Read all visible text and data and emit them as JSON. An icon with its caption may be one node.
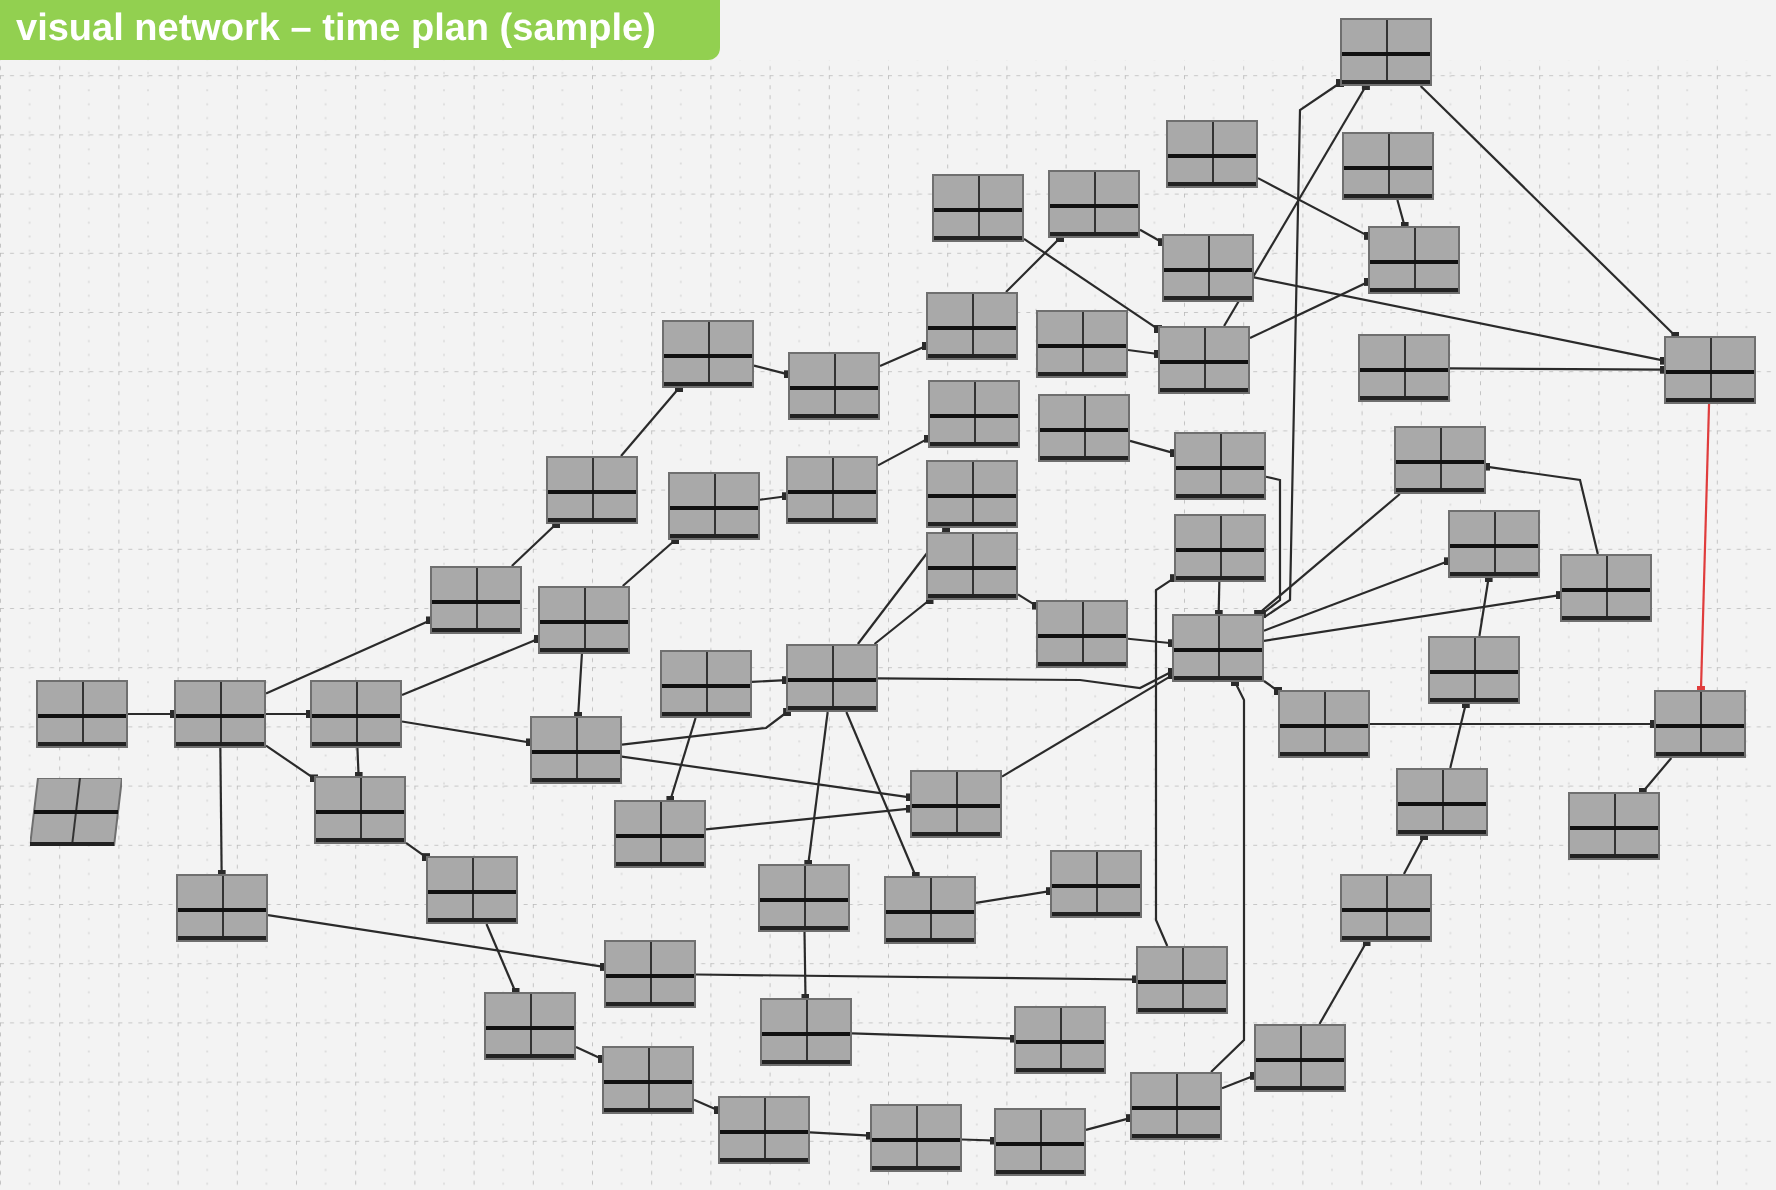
{
  "diagram": {
    "title": "visual network – time plan (sample)",
    "nodes": [
      {
        "text": [],
        "shape": "box"
      },
      {
        "text": [],
        "shape": "parallelogram"
      },
      {
        "text": [],
        "shape": "box"
      },
      {
        "text": [],
        "shape": "box"
      },
      {
        "text": [],
        "shape": "box"
      },
      {
        "text": [],
        "shape": "box"
      },
      {
        "text": [],
        "shape": "box"
      },
      {
        "text": [],
        "shape": "box"
      },
      {
        "text": [],
        "shape": "box"
      },
      {
        "text": [],
        "shape": "box"
      },
      {
        "text": [],
        "shape": "box"
      },
      {
        "text": [],
        "shape": "box"
      },
      {
        "text": [],
        "shape": "box"
      },
      {
        "text": [],
        "shape": "box"
      },
      {
        "text": [],
        "shape": "box"
      },
      {
        "text": [],
        "shape": "box"
      },
      {
        "text": [],
        "shape": "box"
      },
      {
        "text": [],
        "shape": "box"
      },
      {
        "text": [],
        "shape": "box"
      },
      {
        "text": [],
        "shape": "box"
      },
      {
        "text": [],
        "shape": "box"
      },
      {
        "text": [],
        "shape": "box"
      },
      {
        "text": [],
        "shape": "box"
      },
      {
        "text": [],
        "shape": "box"
      },
      {
        "text": [],
        "shape": "box"
      },
      {
        "text": [],
        "shape": "box"
      },
      {
        "text": [],
        "shape": "box"
      },
      {
        "text": [],
        "shape": "box"
      },
      {
        "text": [],
        "shape": "box"
      },
      {
        "text": [],
        "shape": "box"
      },
      {
        "text": [],
        "shape": "box"
      },
      {
        "text": [],
        "shape": "box"
      },
      {
        "text": [],
        "shape": "box"
      },
      {
        "text": [],
        "shape": "box"
      },
      {
        "text": [],
        "shape": "box"
      },
      {
        "text": [],
        "shape": "box"
      },
      {
        "text": [],
        "shape": "box"
      },
      {
        "text": [],
        "shape": "box"
      },
      {
        "text": [],
        "shape": "box"
      },
      {
        "text": [],
        "shape": "box"
      },
      {
        "text": [],
        "shape": "box"
      },
      {
        "text": [],
        "shape": "box"
      },
      {
        "text": [],
        "shape": "box"
      },
      {
        "text": [],
        "shape": "box"
      },
      {
        "text": [],
        "shape": "box"
      },
      {
        "text": [],
        "shape": "box"
      },
      {
        "text": [],
        "shape": "box"
      },
      {
        "text": [],
        "shape": "box"
      },
      {
        "text": [],
        "shape": "box"
      },
      {
        "text": [],
        "shape": "box"
      },
      {
        "text": [],
        "shape": "box"
      },
      {
        "text": [],
        "shape": "box"
      },
      {
        "text": [],
        "shape": "box"
      },
      {
        "text": [],
        "shape": "box"
      },
      {
        "text": [],
        "shape": "box"
      },
      {
        "text": [],
        "shape": "box"
      },
      {
        "text": [],
        "shape": "box"
      },
      {
        "text": [],
        "shape": "box"
      },
      {
        "text": [],
        "shape": "box"
      },
      {
        "text": [],
        "shape": "box"
      },
      {
        "text": [],
        "shape": "box"
      },
      {
        "text": [],
        "shape": "box"
      }
    ],
    "edges": [
      {
        "from": 0,
        "to": 2,
        "arrow": "other"
      },
      {
        "from": 2,
        "to": 3,
        "arrow": "other"
      },
      {
        "from": 2,
        "to": 7,
        "arrow": "other"
      },
      {
        "from": 3,
        "to": 9,
        "arrow": "other"
      },
      {
        "from": 3,
        "to": 10,
        "arrow": "other"
      },
      {
        "from": 2,
        "to": 4,
        "arrow": "other"
      },
      {
        "from": 3,
        "to": 4,
        "arrow": "other"
      },
      {
        "from": 2,
        "to": 5,
        "arrow": "other"
      },
      {
        "from": 4,
        "to": 6,
        "arrow": "other"
      },
      {
        "from": 5,
        "to": 47,
        "arrow": "other"
      },
      {
        "from": 6,
        "to": 51,
        "arrow": "other"
      },
      {
        "from": 51,
        "to": 55,
        "arrow": "other"
      },
      {
        "from": 55,
        "to": 56,
        "arrow": "other"
      },
      {
        "from": 56,
        "to": 57,
        "arrow": "other"
      },
      {
        "from": 57,
        "to": 58,
        "arrow": "other"
      },
      {
        "from": 58,
        "to": 59,
        "arrow": "other"
      },
      {
        "from": 59,
        "to": 60,
        "arrow": "other"
      },
      {
        "from": 60,
        "to": 61,
        "arrow": "other"
      },
      {
        "from": 61,
        "to": 45,
        "arrow": "other"
      },
      {
        "from": 45,
        "to": 42,
        "arrow": "other"
      },
      {
        "from": 42,
        "to": 39,
        "arrow": "other"
      },
      {
        "from": 7,
        "to": 8,
        "arrow": "other"
      },
      {
        "from": 8,
        "to": 12,
        "arrow": "other"
      },
      {
        "from": 12,
        "to": 15,
        "arrow": "other"
      },
      {
        "from": 9,
        "to": 10,
        "arrow": "other"
      },
      {
        "from": 9,
        "to": 13,
        "arrow": "other"
      },
      {
        "from": 10,
        "to": 17,
        "arrow": "other"
      },
      {
        "from": 10,
        "to": 27,
        "arrow": "other"
      },
      {
        "from": 14,
        "to": 11,
        "arrow": "other"
      },
      {
        "from": 13,
        "to": 16,
        "arrow": "other"
      },
      {
        "from": 14,
        "to": 17,
        "arrow": "other"
      },
      {
        "from": 15,
        "to": 20,
        "arrow": "other"
      },
      {
        "from": 16,
        "to": 22,
        "arrow": "other"
      },
      {
        "from": 17,
        "to": 24,
        "arrow": "other"
      },
      {
        "from": 17,
        "to": 25,
        "arrow": "other"
      },
      {
        "from": 17,
        "to": 48,
        "arrow": "other"
      },
      {
        "from": 17,
        "to": 49,
        "arrow": "other"
      },
      {
        "from": 17,
        "to": 41,
        "arrow": "other"
      },
      {
        "from": 18,
        "to": 33,
        "arrow": "other"
      },
      {
        "from": 19,
        "to": 31,
        "arrow": "other"
      },
      {
        "from": 20,
        "to": 19,
        "arrow": "other"
      },
      {
        "from": 23,
        "to": 36,
        "arrow": "other"
      },
      {
        "from": 25,
        "to": 26,
        "arrow": "other"
      },
      {
        "from": 26,
        "to": 41,
        "arrow": "other"
      },
      {
        "from": 27,
        "to": 41,
        "arrow": "other"
      },
      {
        "from": 28,
        "to": 32,
        "arrow": "other"
      },
      {
        "from": 31,
        "to": 35,
        "arrow": "other"
      },
      {
        "from": 33,
        "to": 29,
        "arrow": "other"
      },
      {
        "from": 33,
        "to": 32,
        "arrow": "other"
      },
      {
        "from": 29,
        "to": 35,
        "arrow": "other"
      },
      {
        "from": 34,
        "to": 35,
        "arrow": "other"
      },
      {
        "from": 35,
        "to": 44,
        "arrow": "other",
        "color": "#e03c3c"
      },
      {
        "from": 41,
        "to": 39,
        "arrow": "other"
      },
      {
        "from": 41,
        "to": 40,
        "arrow": "other"
      },
      {
        "from": 41,
        "to": 43,
        "arrow": "other"
      },
      {
        "from": 41,
        "to": 29,
        "arrow": "other"
      },
      {
        "from": 38,
        "to": 41,
        "arrow": "other"
      },
      {
        "from": 43,
        "to": 44,
        "arrow": "other"
      },
      {
        "from": 44,
        "to": 46,
        "arrow": "other"
      },
      {
        "from": 47,
        "to": 54,
        "arrow": "other"
      },
      {
        "from": 49,
        "to": 50,
        "arrow": "other"
      },
      {
        "from": 48,
        "to": 52,
        "arrow": "other"
      },
      {
        "from": 52,
        "to": 53,
        "arrow": "other"
      },
      {
        "from": 54,
        "to": 38,
        "arrow": "other"
      },
      {
        "from": 59,
        "to": 41,
        "arrow": "other"
      },
      {
        "from": 11,
        "to": 27,
        "arrow": "other"
      },
      {
        "from": 37,
        "to": 41,
        "arrow": "other"
      },
      {
        "from": 36,
        "to": 41,
        "arrow": "other"
      },
      {
        "from": 21,
        "to": 33,
        "arrow": "other"
      },
      {
        "from": 30,
        "to": 32,
        "arrow": "other"
      },
      {
        "from": 40,
        "to": 37,
        "arrow": "other"
      }
    ]
  }
}
